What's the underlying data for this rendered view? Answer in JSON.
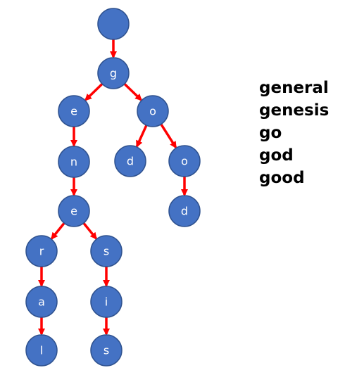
{
  "trie": {
    "nodes": [
      {
        "id": "root",
        "label": ""
      },
      {
        "id": "g",
        "label": "g"
      },
      {
        "id": "ge",
        "label": "e"
      },
      {
        "id": "go",
        "label": "o"
      },
      {
        "id": "gen",
        "label": "n"
      },
      {
        "id": "god",
        "label": "d"
      },
      {
        "id": "goo",
        "label": "o"
      },
      {
        "id": "gene",
        "label": "e"
      },
      {
        "id": "good",
        "label": "d"
      },
      {
        "id": "gener",
        "label": "r"
      },
      {
        "id": "genes",
        "label": "s"
      },
      {
        "id": "genera",
        "label": "a"
      },
      {
        "id": "genesi",
        "label": "i"
      },
      {
        "id": "general",
        "label": "l"
      },
      {
        "id": "genesis",
        "label": "s"
      }
    ],
    "edges": [
      {
        "from": "root",
        "to": "g"
      },
      {
        "from": "g",
        "to": "ge"
      },
      {
        "from": "g",
        "to": "go"
      },
      {
        "from": "ge",
        "to": "gen"
      },
      {
        "from": "go",
        "to": "god"
      },
      {
        "from": "go",
        "to": "goo"
      },
      {
        "from": "gen",
        "to": "gene"
      },
      {
        "from": "goo",
        "to": "good"
      },
      {
        "from": "gene",
        "to": "gener"
      },
      {
        "from": "gene",
        "to": "genes"
      },
      {
        "from": "gener",
        "to": "genera"
      },
      {
        "from": "genes",
        "to": "genesi"
      },
      {
        "from": "genera",
        "to": "general"
      },
      {
        "from": "genesi",
        "to": "genesis"
      }
    ]
  },
  "words": [
    "general",
    "genesis",
    "go",
    "god",
    "good"
  ],
  "colors": {
    "node_fill": "#4472C4",
    "node_stroke": "#2F528F",
    "edge": "#FF0000",
    "label": "#FFFFFF",
    "word_text": "#000000"
  }
}
